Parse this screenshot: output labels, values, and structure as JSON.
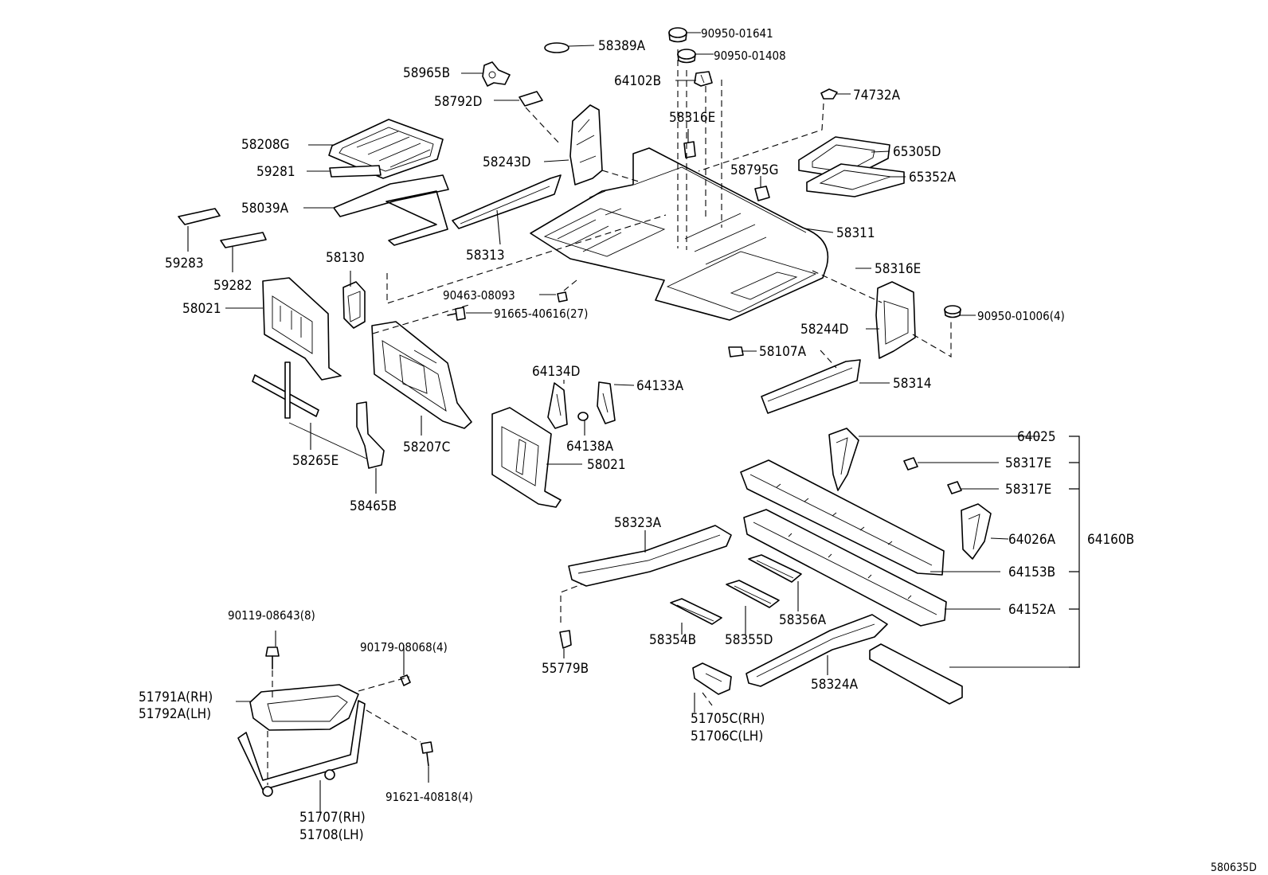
{
  "diagram": {
    "drawing_id": "580635D",
    "labels": {
      "p58389A": "58389A",
      "p9095001641": "90950-01641",
      "p9095001408": "90950-01408",
      "p58965B": "58965B",
      "p64102B": "64102B",
      "p74732A": "74732A",
      "p58792D": "58792D",
      "p58316E_top": "58316E",
      "p58208G": "58208G",
      "p65305D": "65305D",
      "p58243D": "58243D",
      "p58795G": "58795G",
      "p59281": "59281",
      "p65352A": "65352A",
      "p58039A": "58039A",
      "p58311": "58311",
      "p58313": "58313",
      "p59283": "59283",
      "p58130": "58130",
      "p58316E_right": "58316E",
      "p59282": "59282",
      "p9046308093": "90463-08093",
      "p58021_left": "58021",
      "p9166540616": "91665-40616(27)",
      "p9095001006": "90950-01006(4)",
      "p58244D": "58244D",
      "p58107A": "58107A",
      "p64134D": "64134D",
      "p64133A": "64133A",
      "p58314": "58314",
      "p58265E": "58265E",
      "p58207C": "58207C",
      "p64138A": "64138A",
      "p58021_center": "58021",
      "p64025": "64025",
      "p58317E_a": "58317E",
      "p58317E_b": "58317E",
      "p58465B": "58465B",
      "p58323A": "58323A",
      "p64026A": "64026A",
      "p64160B": "64160B",
      "p64153B": "64153B",
      "p64152A": "64152A",
      "p58356A": "58356A",
      "p9011908643": "90119-08643(8)",
      "p9017908068": "90179-08068(4)",
      "p58354B": "58354B",
      "p58355D": "58355D",
      "p55779B": "55779B",
      "p58324A": "58324A",
      "p51791A": "51791A(RH)",
      "p51792A": "51792A(LH)",
      "p51705C": "51705C(RH)",
      "p51706C": "51706C(LH)",
      "p9162140818": "91621-40818(4)",
      "p51707": "51707(RH)",
      "p51708": "51708(LH)"
    }
  }
}
